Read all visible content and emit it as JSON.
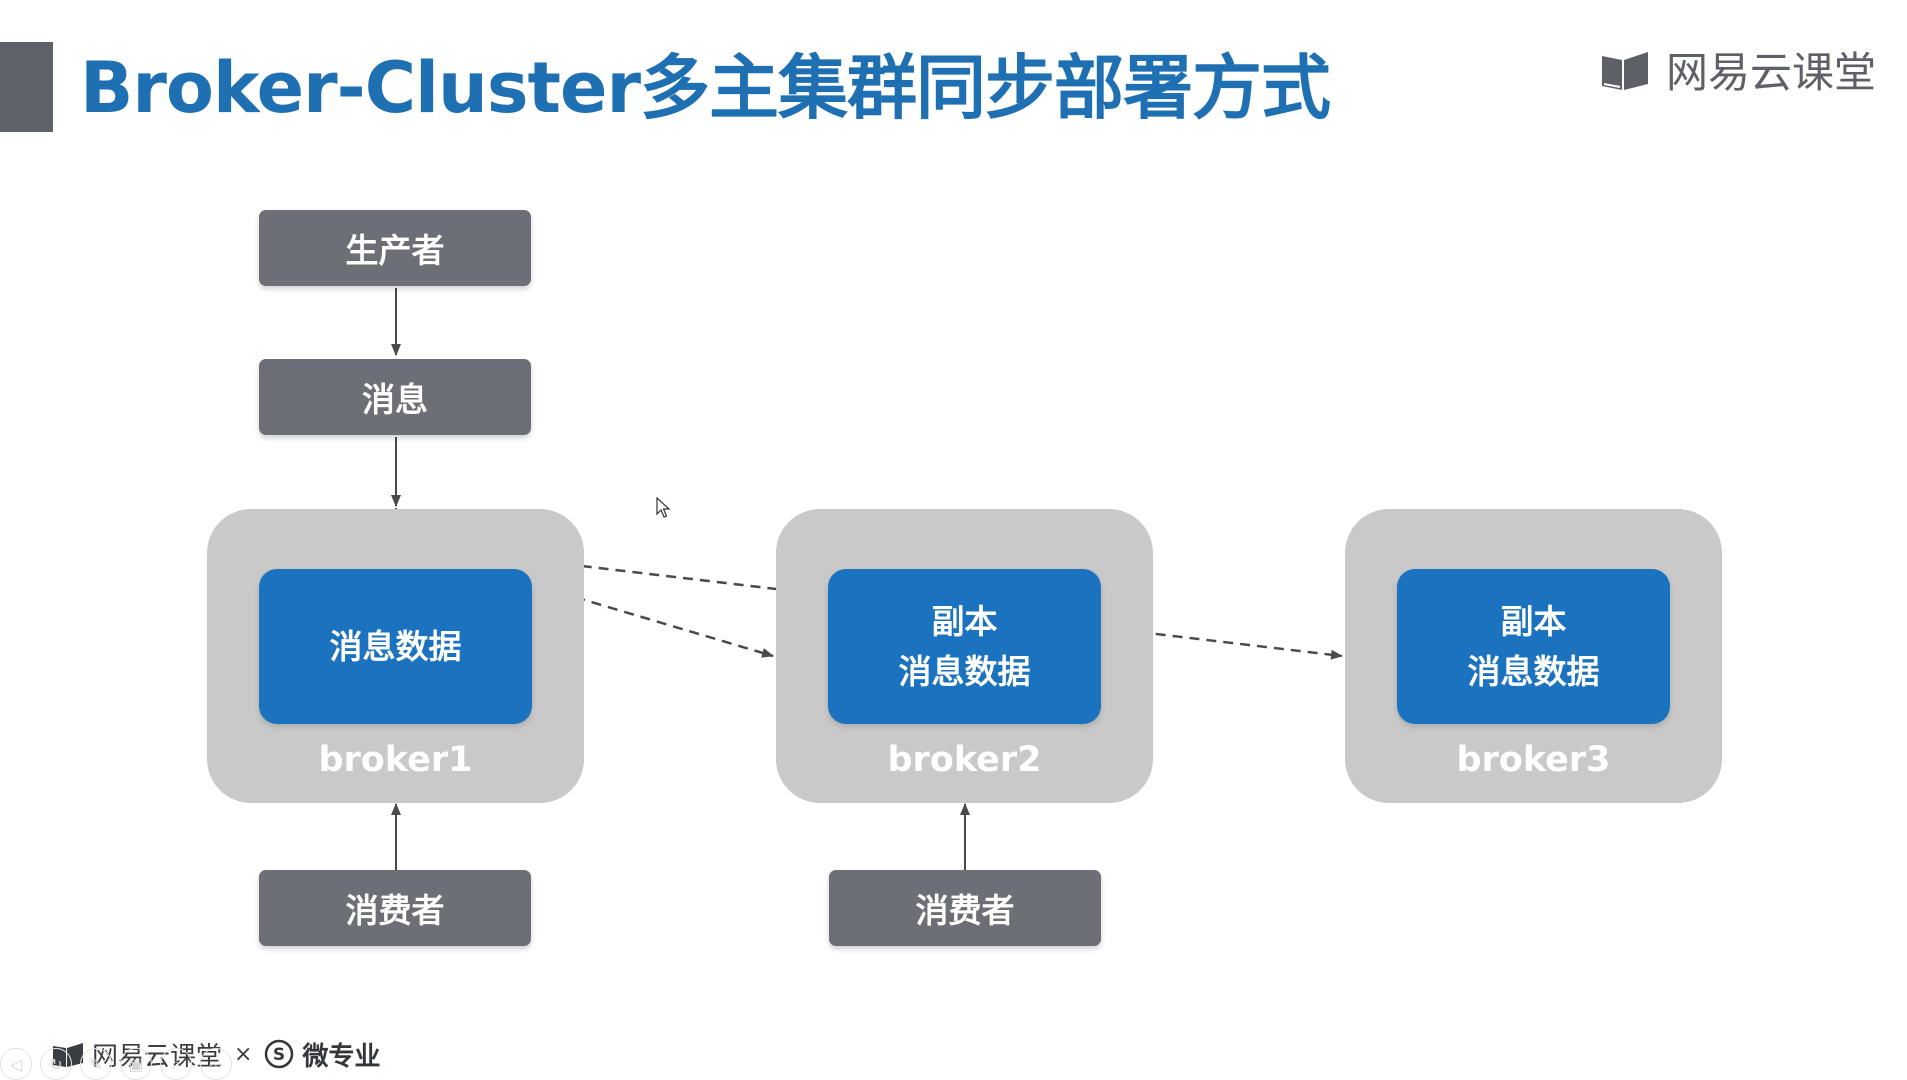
{
  "title": "Broker-Cluster多主集群同步部署方式",
  "logo": {
    "text": "网易云课堂"
  },
  "nodes": {
    "producer": "生产者",
    "message": "消息",
    "consumer1": "消费者",
    "consumer2": "消费者"
  },
  "brokers": [
    {
      "label": "broker1",
      "lines": [
        "",
        "消息数据"
      ]
    },
    {
      "label": "broker2",
      "lines": [
        "副本",
        "消息数据"
      ]
    },
    {
      "label": "broker3",
      "lines": [
        "副本",
        "消息数据"
      ]
    }
  ],
  "footer": {
    "brand": "网易云课堂",
    "times": "×",
    "partner": "微专业"
  },
  "controls": [
    "◁",
    "↻",
    "✎",
    "▣",
    "⌕",
    "⋯"
  ],
  "colors": {
    "title": "#1f6fb3",
    "title_bar": "#5f6369",
    "gray_box": "#6c6f75",
    "broker_bg": "#c9c9c9",
    "blue_box": "#1b72bf",
    "arrow": "#4a4a4a"
  },
  "icons": [
    "netease-cloud-classroom-logo-icon",
    "micro-major-s-icon",
    "mouse-cursor-icon"
  ]
}
